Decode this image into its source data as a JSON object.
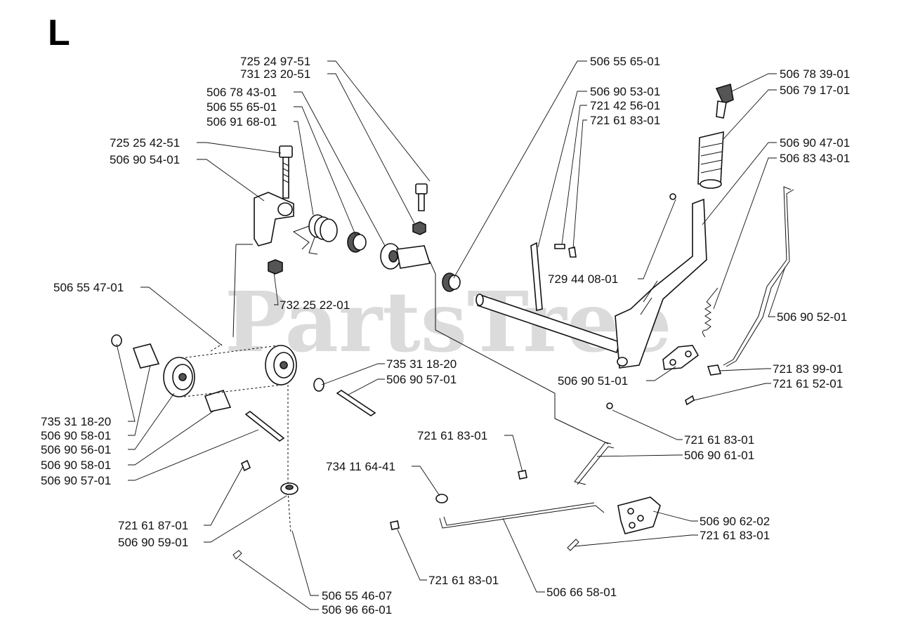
{
  "section_letter": "L",
  "watermark": "PartsTree",
  "callouts": {
    "c01": "725 24 97-51",
    "c02": "731 23 20-51",
    "c03": "506 78 43-01",
    "c04": "506 55 65-01",
    "c05": "506 91 68-01",
    "c06": "725 25 42-51",
    "c07": "506 90 54-01",
    "c08": "506 55 47-01",
    "c09": "732 25 22-01",
    "c10": "735 31 18-20",
    "c11": "506 90 58-01",
    "c12": "506 90 56-01",
    "c13": "506 90 58-01",
    "c14": "506 90 57-01",
    "c15": "735 31 18-20",
    "c16": "506 90 57-01",
    "c17": "721 61 87-01",
    "c18": "506 90 59-01",
    "c19": "506 55 46-07",
    "c20": "506 96 66-01",
    "c21": "506 55 65-01",
    "c22": "506 90 53-01",
    "c23": "721 42 56-01",
    "c24": "721 61 83-01",
    "c25": "729 44 08-01",
    "c26": "506 78 39-01",
    "c27": "506 79 17-01",
    "c28": "506 90 47-01",
    "c29": "506 83 43-01",
    "c30": "506 90 52-01",
    "c31": "721 83 99-01",
    "c32": "721 61 52-01",
    "c33": "506 90 51-01",
    "c34": "721 61 83-01",
    "c35": "506 90 61-01",
    "c36": "721 61 83-01",
    "c37": "734 11 64-41",
    "c38": "506 90 62-02",
    "c39": "721 61 83-01",
    "c40": "721 61 83-01",
    "c41": "506 66 58-01"
  }
}
